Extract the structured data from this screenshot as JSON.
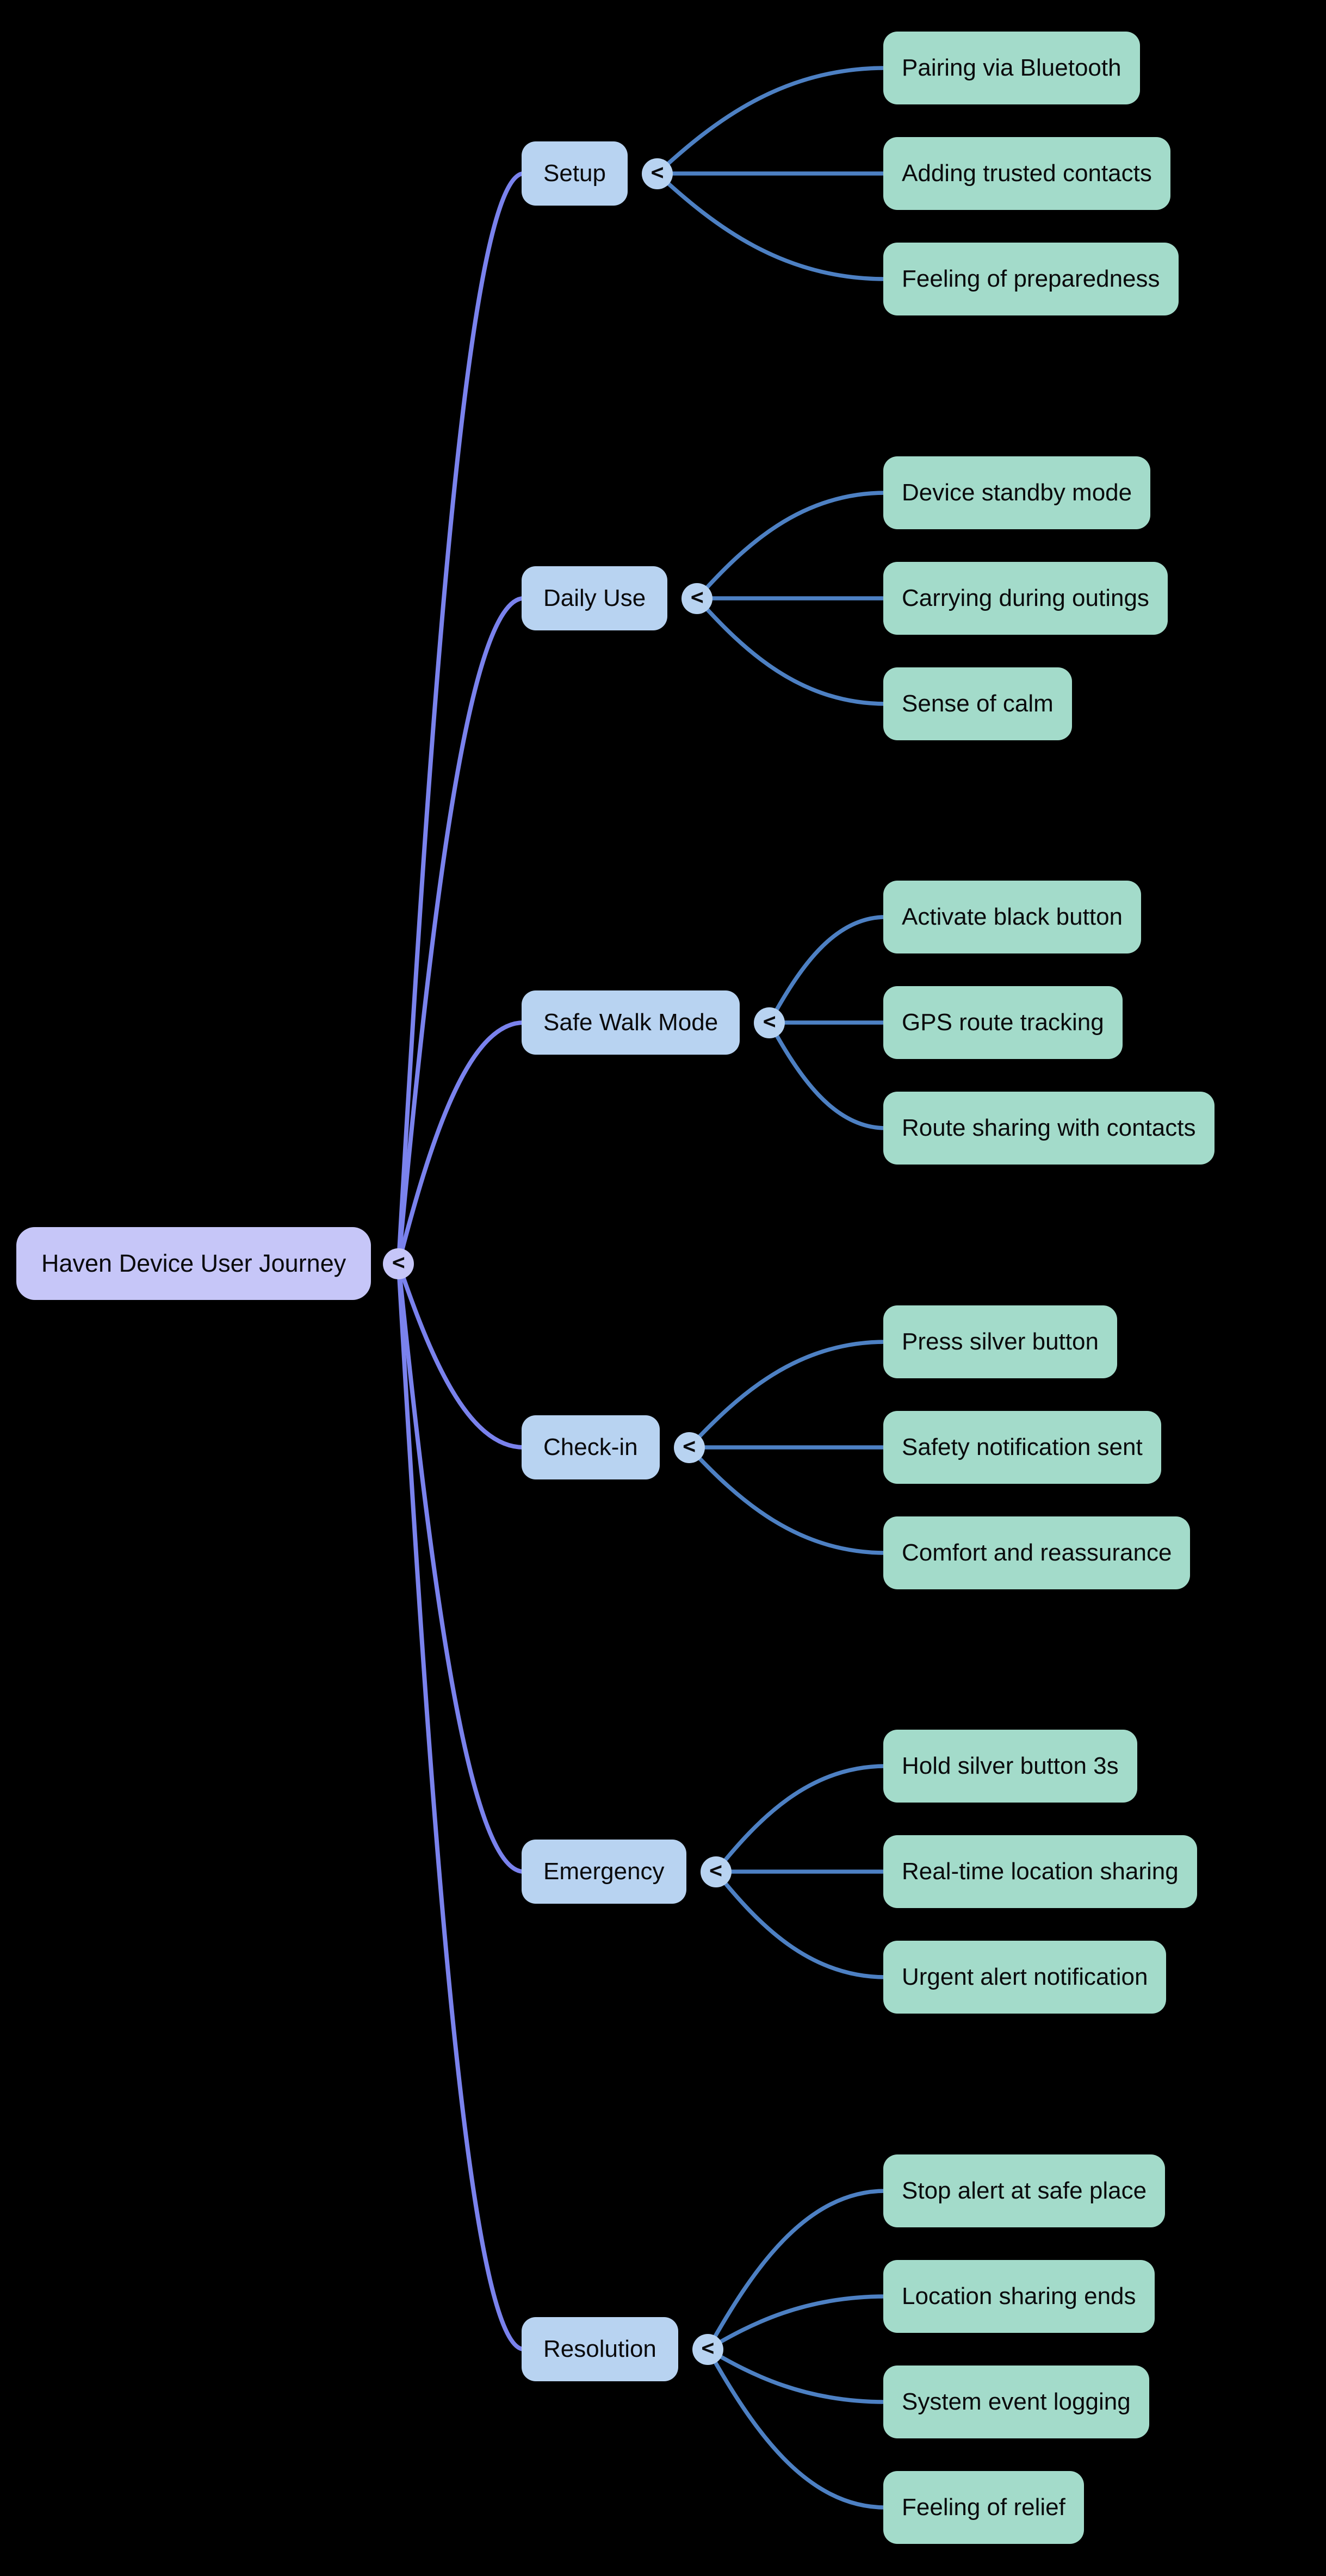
{
  "root": {
    "label": "Haven Device User Journey"
  },
  "branches": [
    {
      "label": "Setup",
      "children": [
        "Pairing via Bluetooth",
        "Adding trusted contacts",
        "Feeling of preparedness"
      ]
    },
    {
      "label": "Daily Use",
      "children": [
        "Device standby mode",
        "Carrying during outings",
        "Sense of calm"
      ]
    },
    {
      "label": "Safe Walk Mode",
      "children": [
        "Activate black button",
        "GPS route tracking",
        "Route sharing with contacts"
      ]
    },
    {
      "label": "Check-in",
      "children": [
        "Press silver button",
        "Safety notification sent",
        "Comfort and reassurance"
      ]
    },
    {
      "label": "Emergency",
      "children": [
        "Hold silver button 3s",
        "Real-time location sharing",
        "Urgent alert notification"
      ]
    },
    {
      "label": "Resolution",
      "children": [
        "Stop alert at safe place",
        "Location sharing ends",
        "System event logging",
        "Feeling of relief"
      ]
    }
  ],
  "ui": {
    "collapse_icon": "<"
  },
  "colors": {
    "background": "#000000",
    "root_fill": "#c6c6f8",
    "branch_fill": "#b8d3f1",
    "leaf_fill": "#a3dbca",
    "root_edge": "#7a82ed",
    "branch_edge": "#4d80c3",
    "text": "#0a0a0c"
  }
}
